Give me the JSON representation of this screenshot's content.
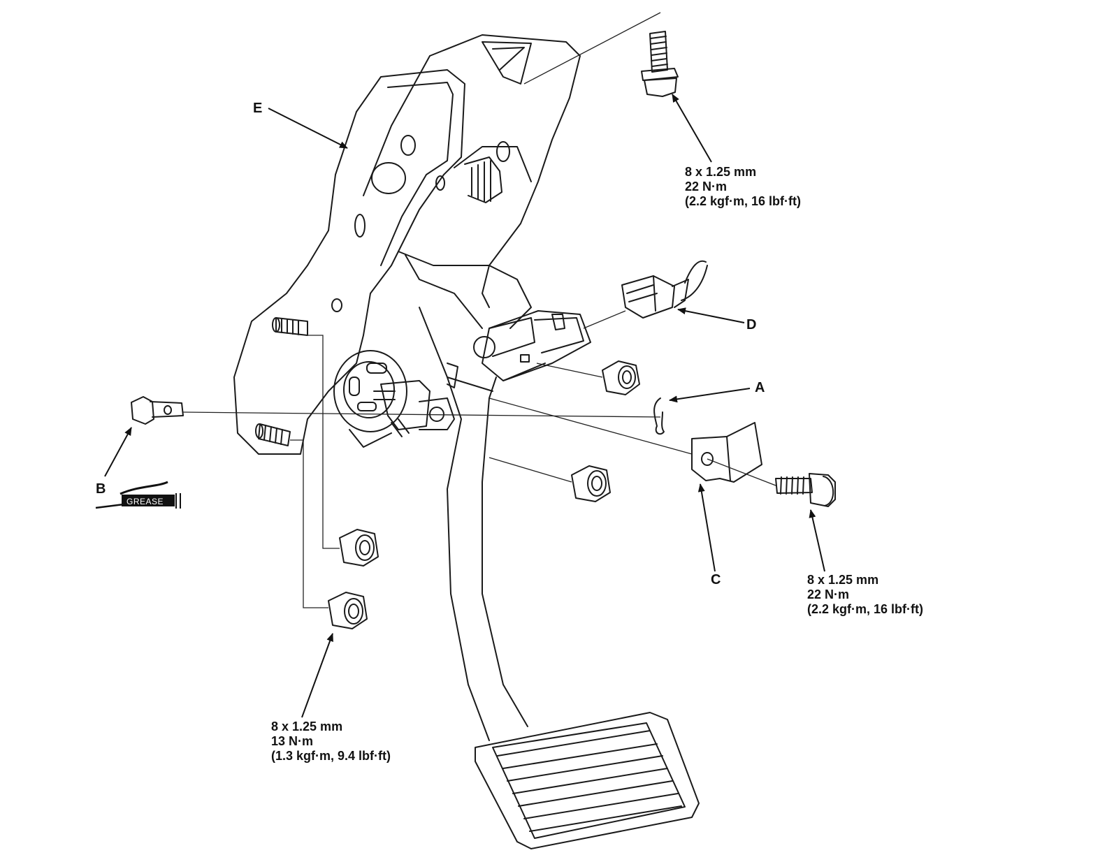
{
  "callouts": {
    "a": "A",
    "b": "B",
    "c": "C",
    "d": "D",
    "e": "E"
  },
  "grease": "GREASE",
  "torque_specs": {
    "top_bolt": {
      "size": "8 x 1.25 mm",
      "torque": "22 N·m",
      "alt": "(2.2 kgf·m, 16 lbf·ft)"
    },
    "bracket_bolt": {
      "size": "8 x 1.25 mm",
      "torque": "22 N·m",
      "alt": "(2.2 kgf·m, 16 lbf·ft)"
    },
    "nuts": {
      "size": "8 x 1.25 mm",
      "torque": "13 N·m",
      "alt": "(1.3 kgf·m, 9.4 lbf·ft)"
    }
  },
  "colors": {
    "line": "#1a1a1a",
    "background": "#ffffff"
  }
}
